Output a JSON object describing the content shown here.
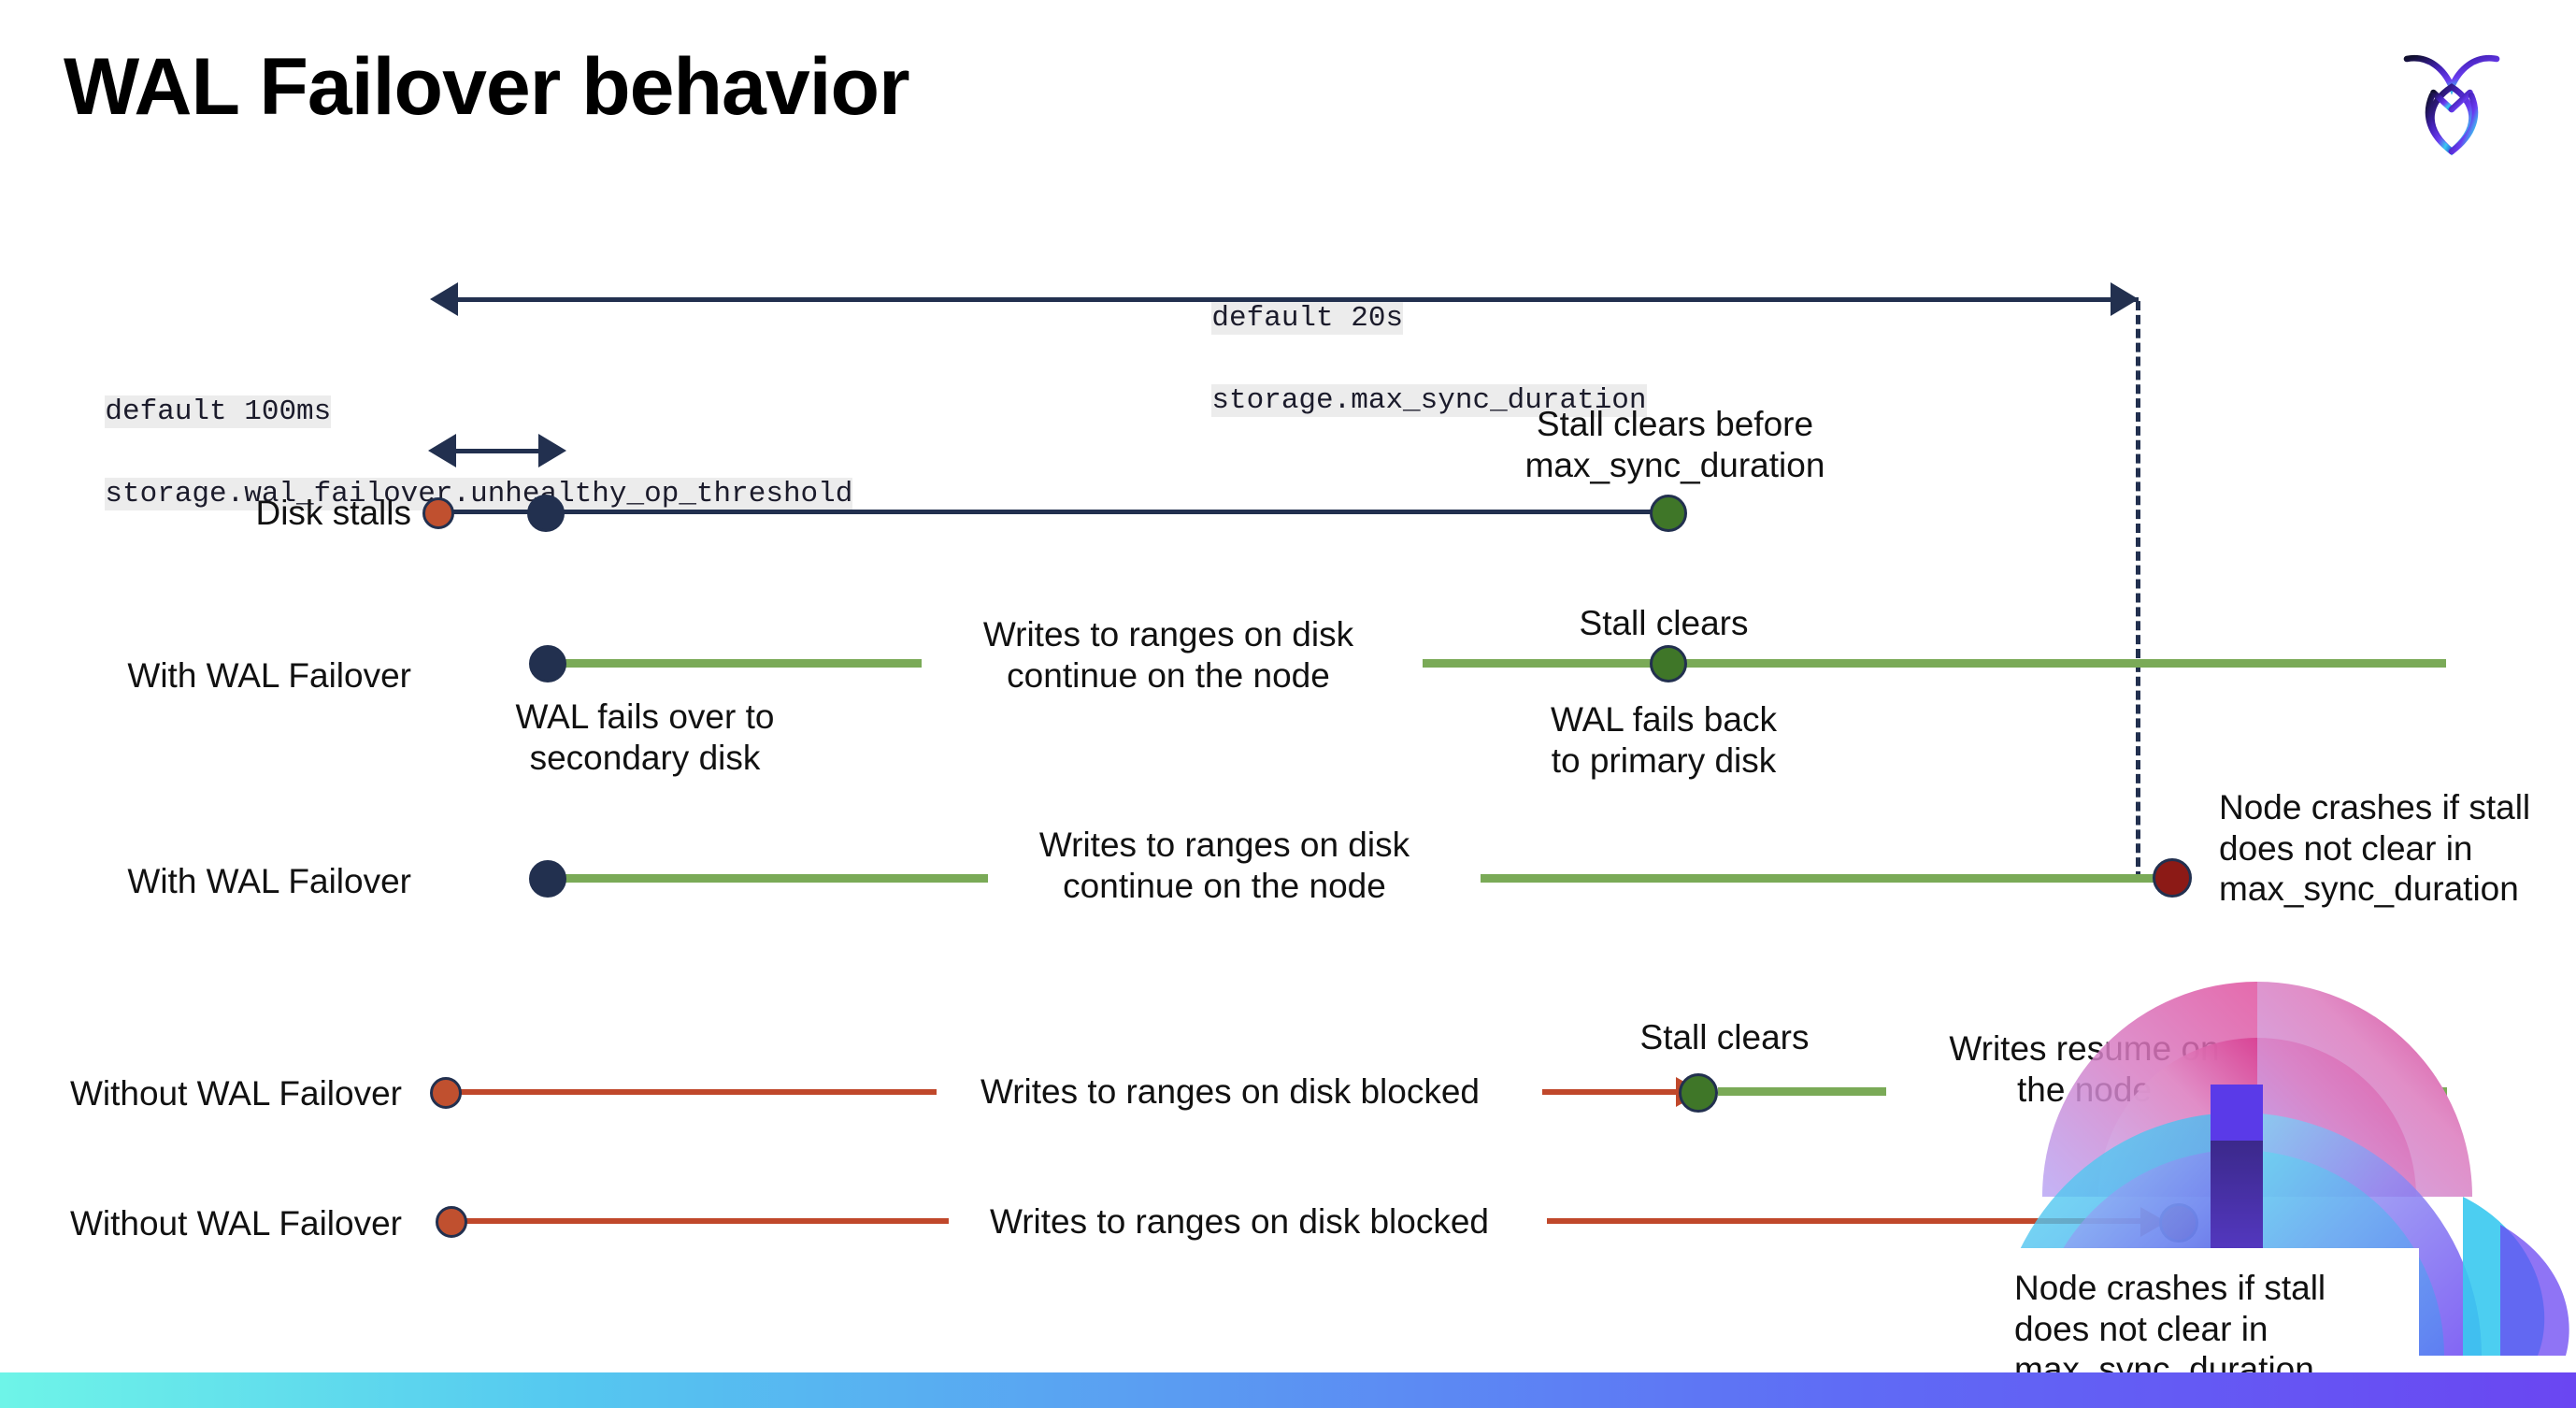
{
  "slide": {
    "title": "WAL Failover behavior",
    "logo_name": "cockroachdb-logo"
  },
  "callouts": {
    "max_sync": {
      "line1": "default 20s",
      "line2": "storage.max_sync_duration"
    },
    "unhealthy_op": {
      "line1": "default 100ms",
      "line2": "storage.wal_failover.unhealthy_op_threshold"
    }
  },
  "rows": [
    {
      "label": "Disk stalls",
      "annotations": [
        {
          "name": "stall-clears-before-note",
          "text": "Stall clears before\nmax_sync_duration"
        }
      ]
    },
    {
      "label": "With WAL Failover",
      "annotations": [
        {
          "name": "writes-continue-note",
          "text": "Writes to ranges on disk\ncontinue on the node"
        },
        {
          "name": "wal-fails-over-note",
          "text": "WAL fails over to\nsecondary disk"
        },
        {
          "name": "stall-clears-note",
          "text": "Stall clears"
        },
        {
          "name": "wal-fails-back-note",
          "text": "WAL fails  back\nto primary disk"
        }
      ]
    },
    {
      "label": "With WAL Failover",
      "annotations": [
        {
          "name": "writes-continue-note",
          "text": "Writes to ranges on disk\ncontinue on the node"
        },
        {
          "name": "node-crashes-note",
          "text": "Node crashes if stall\ndoes not clear in\nmax_sync_duration"
        }
      ]
    },
    {
      "label": "Without WAL Failover",
      "annotations": [
        {
          "name": "writes-blocked-note",
          "text": "Writes to ranges on disk  blocked"
        },
        {
          "name": "stall-clears-note",
          "text": "Stall clears"
        },
        {
          "name": "writes-resume-note",
          "text": "Writes resume on\nthe node"
        }
      ]
    },
    {
      "label": "Without WAL Failover",
      "annotations": [
        {
          "name": "writes-blocked-note",
          "text": "Writes to ranges on disk  blocked"
        },
        {
          "name": "node-crashes-note",
          "text": "Node crashes if stall\ndoes not clear in\nmax_sync_duration"
        }
      ]
    }
  ],
  "colors": {
    "navy": "#22304f",
    "green_line": "#7aaa57",
    "green_dot": "#3f7628",
    "orange_dot": "#c0502f",
    "red_line": "#c0482b",
    "dark_red_dot": "#8c1a16",
    "code_bg": "#ececec"
  }
}
